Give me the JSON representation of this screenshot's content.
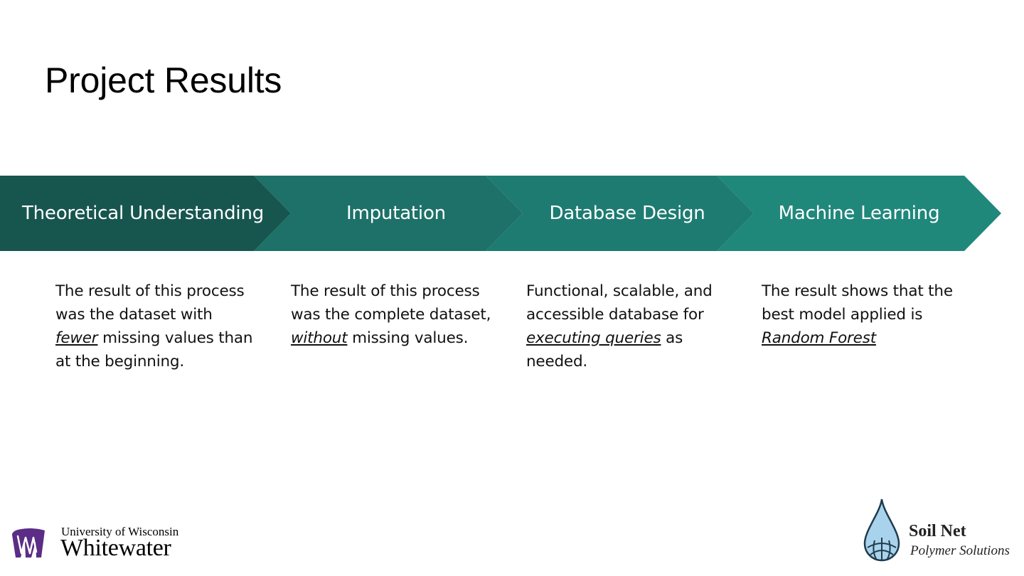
{
  "slide": {
    "title": "Project Results"
  },
  "steps": [
    {
      "label": "Theoretical Understanding",
      "color": "#17564f",
      "desc_pre": "The result of this process was the dataset with ",
      "desc_emph": "fewer",
      "desc_post": " missing values than at the beginning."
    },
    {
      "label": "Imputation",
      "color": "#1d7168",
      "desc_pre": "The result of this process was the complete dataset, ",
      "desc_emph": "without",
      "desc_post": " missing values."
    },
    {
      "label": "Database Design",
      "color": "#1e7b71",
      "desc_pre": "Functional, scalable, and accessible database for ",
      "desc_emph": "executing queries",
      "desc_post": " as needed."
    },
    {
      "label": "Machine Learning",
      "color": "#20877b",
      "desc_pre": "The result shows that the best model applied is ",
      "desc_emph": "Random Forest",
      "desc_post": ""
    }
  ],
  "logos": {
    "uww": {
      "line1": "University of Wisconsin",
      "line2": "Whitewater",
      "color": "#5b2d86"
    },
    "soilnet": {
      "name": "Soil Net",
      "subtitle": "Polymer Solutions",
      "drop_color": "#a9d3ec"
    }
  }
}
